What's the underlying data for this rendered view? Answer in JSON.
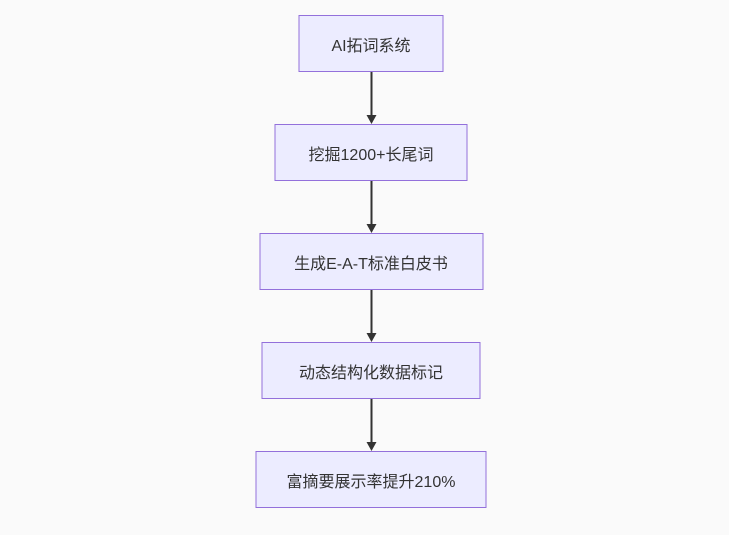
{
  "flowchart": {
    "direction": "top-down",
    "colors": {
      "background": "#fafafa",
      "node_fill": "#ececff",
      "node_border": "#9370db",
      "arrow": "#333333",
      "text": "#333333"
    },
    "nodes": [
      {
        "id": "ai-word-system",
        "label": "AI拓词系统"
      },
      {
        "id": "longtail-mining",
        "label": "挖掘1200+长尾词"
      },
      {
        "id": "eat-whitepaper",
        "label": "生成E-A-T标准白皮书"
      },
      {
        "id": "structured-data",
        "label": "动态结构化数据标记"
      },
      {
        "id": "rich-snippet-result",
        "label": "富摘要展示率提升210%"
      }
    ],
    "edges": [
      {
        "from": "ai-word-system",
        "to": "longtail-mining"
      },
      {
        "from": "longtail-mining",
        "to": "eat-whitepaper"
      },
      {
        "from": "eat-whitepaper",
        "to": "structured-data"
      },
      {
        "from": "structured-data",
        "to": "rich-snippet-result"
      }
    ]
  }
}
